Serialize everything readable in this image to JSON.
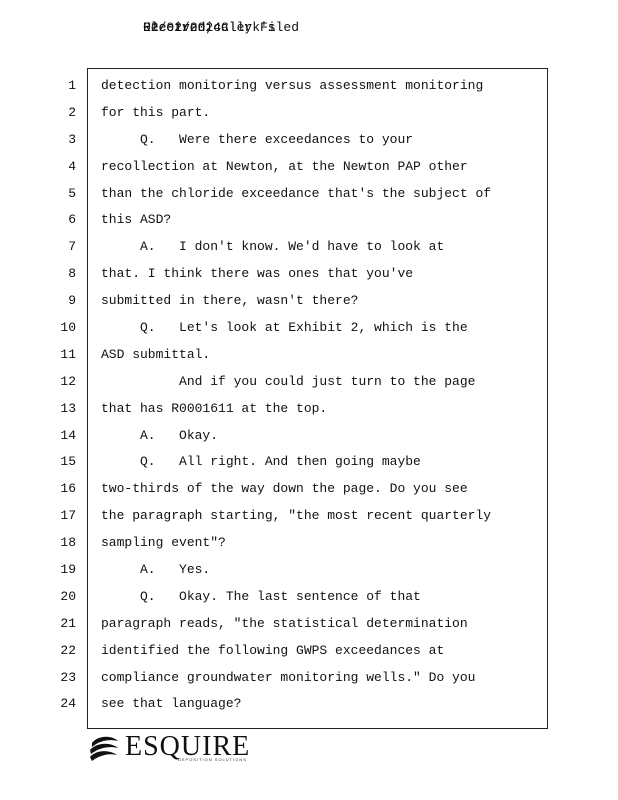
{
  "header": {
    "overlapping_texts": [
      "Electronically Filed",
      "Received, Clerk's",
      "02/02/2024"
    ]
  },
  "transcript": {
    "lines": [
      {
        "no": "1",
        "text": "detection monitoring versus assessment monitoring"
      },
      {
        "no": "2",
        "text": "for this part."
      },
      {
        "no": "3",
        "text": "     Q.   Were there exceedances to your"
      },
      {
        "no": "4",
        "text": "recollection at Newton, at the Newton PAP other"
      },
      {
        "no": "5",
        "text": "than the chloride exceedance that's the subject of"
      },
      {
        "no": "6",
        "text": "this ASD?"
      },
      {
        "no": "7",
        "text": "     A.   I don't know. We'd have to look at"
      },
      {
        "no": "8",
        "text": "that. I think there was ones that you've"
      },
      {
        "no": "9",
        "text": "submitted in there, wasn't there?"
      },
      {
        "no": "10",
        "text": "     Q.   Let's look at Exhibit 2, which is the"
      },
      {
        "no": "11",
        "text": "ASD submittal."
      },
      {
        "no": "12",
        "text": "          And if you could just turn to the page"
      },
      {
        "no": "13",
        "text": "that has R0001611 at the top."
      },
      {
        "no": "14",
        "text": "     A.   Okay."
      },
      {
        "no": "15",
        "text": "     Q.   All right. And then going maybe"
      },
      {
        "no": "16",
        "text": "two-thirds of the way down the page. Do you see"
      },
      {
        "no": "17",
        "text": "the paragraph starting, \"the most recent quarterly"
      },
      {
        "no": "18",
        "text": "sampling event\"?"
      },
      {
        "no": "19",
        "text": "     A.   Yes."
      },
      {
        "no": "20",
        "text": "     Q.   Okay. The last sentence of that"
      },
      {
        "no": "21",
        "text": "paragraph reads, \"the statistical determination"
      },
      {
        "no": "22",
        "text": "identified the following GWPS exceedances at"
      },
      {
        "no": "23",
        "text": "compliance groundwater monitoring wells.\" Do you"
      },
      {
        "no": "24",
        "text": "see that language?"
      }
    ]
  },
  "footer": {
    "logo_text": "ESQUIRE",
    "logo_subtext": "DEPOSITION SOLUTIONS",
    "logo_icon": "esquire-swirl-icon"
  }
}
